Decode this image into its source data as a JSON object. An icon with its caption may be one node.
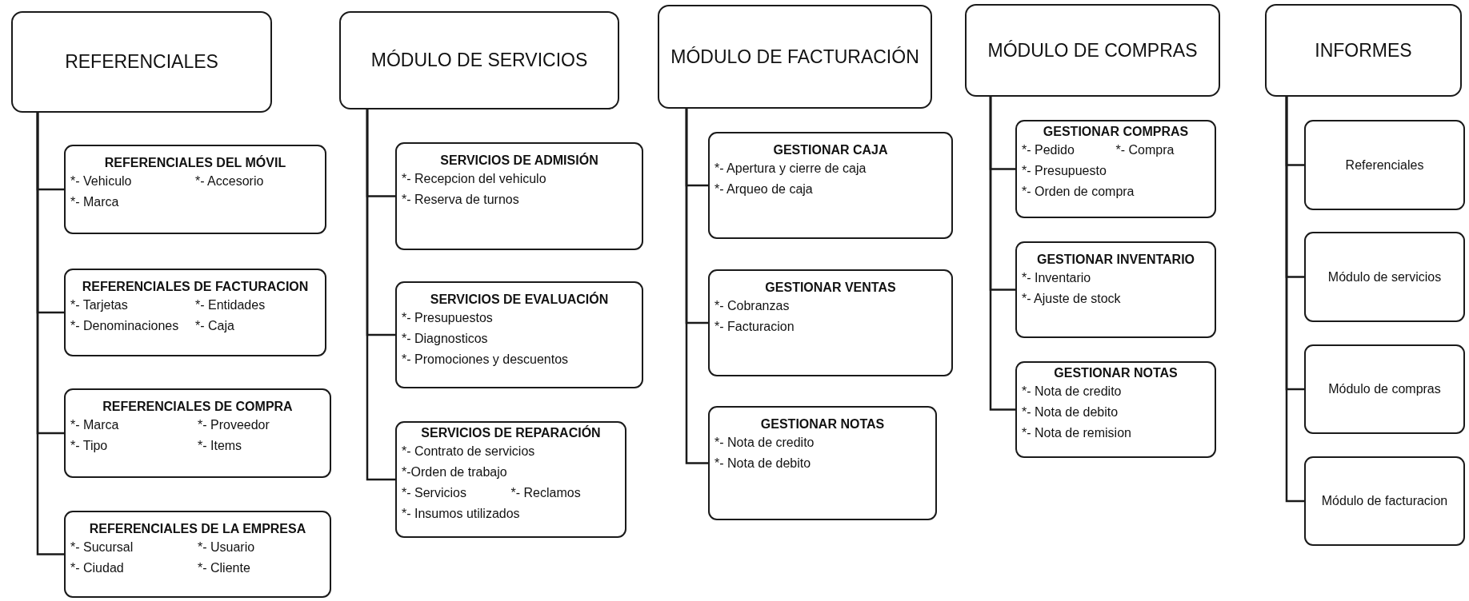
{
  "diagram": {
    "nodes": [
      {
        "text": [
          "REFERENCIALES"
        ]
      },
      {
        "text": [
          "REFERENCIALES DEL MÓVIL",
          "*- Vehiculo",
          "*- Accesorio",
          "*- Marca"
        ]
      },
      {
        "text": [
          "REFERENCIALES DE FACTURACION",
          "*- Tarjetas",
          "*- Entidades",
          "*- Denominaciones",
          "*- Caja"
        ]
      },
      {
        "text": [
          "REFERENCIALES DE COMPRA",
          "*- Marca",
          "*- Proveedor",
          "*- Tipo",
          "*- Items"
        ]
      },
      {
        "text": [
          "REFERENCIALES DE LA EMPRESA",
          "*- Sucursal",
          "*- Usuario",
          "*- Ciudad",
          "*- Cliente"
        ]
      },
      {
        "text": [
          "MÓDULO DE SERVICIOS"
        ]
      },
      {
        "text": [
          "SERVICIOS DE ADMISIÓN",
          "*- Recepcion del vehiculo",
          "*- Reserva de turnos"
        ]
      },
      {
        "text": [
          "SERVICIOS DE EVALUACIÓN",
          "*- Presupuestos",
          "*- Diagnosticos",
          "*- Promociones y descuentos"
        ]
      },
      {
        "text": [
          "SERVICIOS DE REPARACIÓN",
          "*- Contrato de servicios",
          "*-Orden de trabajo",
          "*- Servicios",
          "*- Reclamos",
          "*- Insumos utilizados"
        ]
      },
      {
        "text": [
          "MÓDULO DE FACTURACIÓN"
        ]
      },
      {
        "text": [
          "GESTIONAR CAJA",
          "*- Apertura y cierre de caja",
          "*- Arqueo de caja"
        ]
      },
      {
        "text": [
          "GESTIONAR VENTAS",
          "*- Cobranzas",
          "*- Facturacion"
        ]
      },
      {
        "text": [
          "GESTIONAR NOTAS",
          "*- Nota de credito",
          "*- Nota de debito"
        ]
      },
      {
        "text": [
          "MÓDULO DE COMPRAS"
        ]
      },
      {
        "text": [
          "GESTIONAR COMPRAS",
          "*- Pedido",
          "*- Compra",
          "*- Presupuesto",
          "*- Orden de compra"
        ]
      },
      {
        "text": [
          "GESTIONAR INVENTARIO",
          "*- Inventario",
          "*- Ajuste de stock"
        ]
      },
      {
        "text": [
          "GESTIONAR NOTAS",
          "*- Nota de credito",
          "*- Nota de debito",
          "*- Nota de remision"
        ]
      },
      {
        "text": [
          "INFORMES"
        ]
      },
      {
        "text": [
          "Referenciales"
        ]
      },
      {
        "text": [
          "Módulo de servicios"
        ]
      },
      {
        "text": [
          "Módulo de compras"
        ]
      },
      {
        "text": [
          "Módulo de facturacion"
        ]
      }
    ],
    "edges": [
      {
        "from": 0,
        "to": 1,
        "arrow": "none"
      },
      {
        "from": 0,
        "to": 2,
        "arrow": "none"
      },
      {
        "from": 0,
        "to": 3,
        "arrow": "none"
      },
      {
        "from": 0,
        "to": 4,
        "arrow": "none"
      },
      {
        "from": 5,
        "to": 6,
        "arrow": "none"
      },
      {
        "from": 5,
        "to": 7,
        "arrow": "none"
      },
      {
        "from": 5,
        "to": 8,
        "arrow": "none"
      },
      {
        "from": 9,
        "to": 10,
        "arrow": "none"
      },
      {
        "from": 9,
        "to": 11,
        "arrow": "none"
      },
      {
        "from": 9,
        "to": 12,
        "arrow": "none"
      },
      {
        "from": 13,
        "to": 14,
        "arrow": "none"
      },
      {
        "from": 13,
        "to": 15,
        "arrow": "none"
      },
      {
        "from": 13,
        "to": 16,
        "arrow": "none"
      },
      {
        "from": 17,
        "to": 18,
        "arrow": "none"
      },
      {
        "from": 17,
        "to": 19,
        "arrow": "none"
      },
      {
        "from": 17,
        "to": 20,
        "arrow": "none"
      },
      {
        "from": 17,
        "to": 21,
        "arrow": "none"
      }
    ]
  }
}
